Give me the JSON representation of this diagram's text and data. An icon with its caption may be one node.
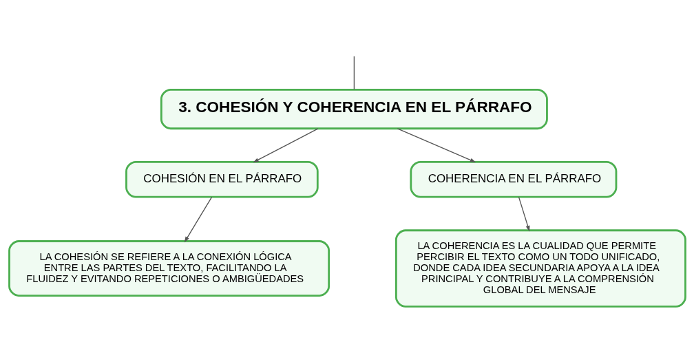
{
  "diagram": {
    "nodes": [
      {
        "text": [
          "3. COHESIÓN Y COHERENCIA EN EL PÁRRAFO"
        ]
      },
      {
        "text": [
          "COHESIÓN EN EL PÁRRAFO"
        ]
      },
      {
        "text": [
          "COHERENCIA EN EL PÁRRAFO"
        ]
      },
      {
        "text": [
          "LA COHESIÓN SE REFIERE A LA CONEXIÓN LÓGICA ENTRE LAS PARTES DEL TEXTO, FACILITANDO LA FLUIDEZ Y EVITANDO REPETICIONES O AMBIGÜEDADES"
        ]
      },
      {
        "text": [
          "LA COHERENCIA ES LA CUALIDAD QUE PERMITE PERCIBIR EL TEXTO COMO UN TODO UNIFICADO, DONDE CADA IDEA SECUNDARIA APOYA A LA IDEA PRINCIPAL Y CONTRIBUYE A LA COMPRENSIÓN GLOBAL DEL MENSAJE"
        ]
      }
    ],
    "edges": [
      {
        "from": null,
        "to": 0,
        "arrow": "none"
      },
      {
        "from": 0,
        "to": 1,
        "arrow": "to"
      },
      {
        "from": 0,
        "to": 2,
        "arrow": "to"
      },
      {
        "from": 1,
        "to": 3,
        "arrow": "to"
      },
      {
        "from": 2,
        "to": 4,
        "arrow": "to"
      }
    ]
  }
}
